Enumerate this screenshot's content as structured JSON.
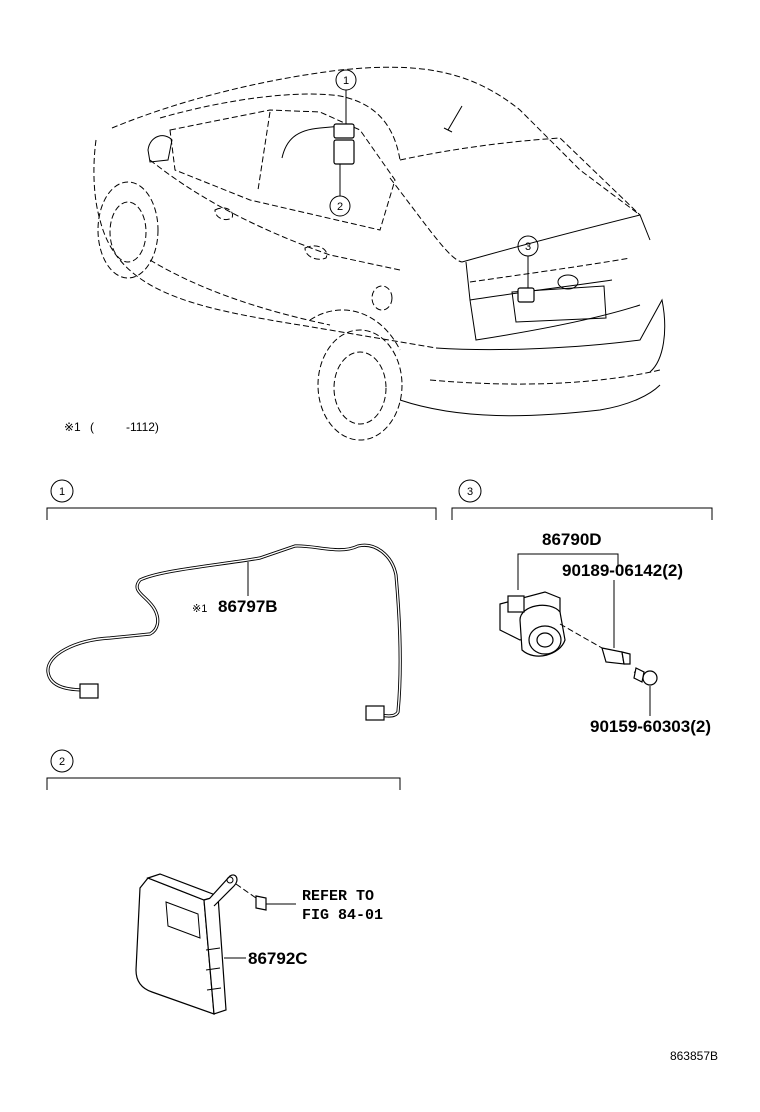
{
  "car_callouts": [
    "1",
    "2",
    "3"
  ],
  "car_note": {
    "symbol": "※1",
    "paren_open": "(",
    "value": "-1112)"
  },
  "sections": [
    {
      "number": "1",
      "parts": [
        {
          "note": "※1",
          "part_number": "86797B"
        }
      ]
    },
    {
      "number": "3",
      "parts": [
        {
          "part_number": "86790D"
        },
        {
          "part_number": "90189-06142(2)"
        },
        {
          "part_number": "90159-60303(2)"
        }
      ]
    },
    {
      "number": "2",
      "parts": [
        {
          "part_number": "86792C"
        },
        {
          "reference_line1": "REFER TO",
          "reference_line2": "FIG 84-01"
        }
      ]
    }
  ],
  "figure_id": "863857B"
}
